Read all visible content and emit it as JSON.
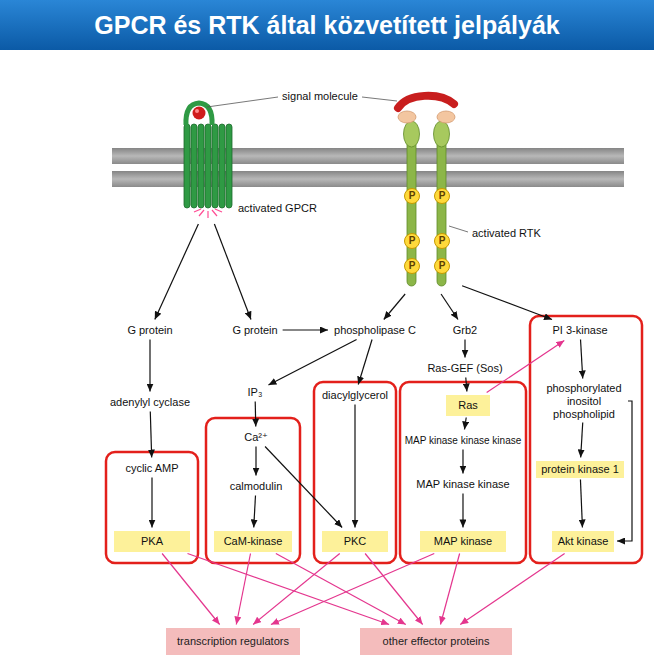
{
  "diagram": {
    "title": "GPCR és RTK által közvetített jelpályák",
    "nodes": [
      {
        "text": [
          "activated GPCR"
        ]
      },
      {
        "text": [
          "activated RTK"
        ]
      },
      {
        "text": [
          "P"
        ],
        "in": 1
      },
      {
        "text": [
          "P"
        ],
        "in": 1
      },
      {
        "text": [
          "P"
        ],
        "in": 1
      },
      {
        "text": [
          "P"
        ],
        "in": 1
      },
      {
        "text": [
          "P"
        ],
        "in": 1
      },
      {
        "text": [
          "P"
        ],
        "in": 1
      },
      {
        "text": [
          "G protein"
        ]
      },
      {
        "text": [
          "G protein"
        ]
      },
      {
        "text": [
          "phospholipase C"
        ]
      },
      {
        "text": [
          "Grb2"
        ]
      },
      {
        "text": [
          "PI 3-kinase"
        ]
      },
      {
        "text": [
          "Ras-GEF (Sos)"
        ]
      },
      {
        "text": [
          "phosphorylated inositol phospholipid"
        ]
      },
      {
        "text": [
          "IP₃"
        ]
      },
      {
        "text": [
          "diacylglycerol"
        ]
      },
      {
        "text": [
          "adenylyl cyclase"
        ]
      },
      {
        "text": [
          "Ras"
        ]
      },
      {
        "text": [
          "MAP kinase kinase kinase"
        ]
      },
      {
        "text": [
          "Ca²⁺"
        ]
      },
      {
        "text": [
          "cyclic AMP"
        ]
      },
      {
        "text": [
          "protein kinase 1"
        ]
      },
      {
        "text": [
          "MAP kinase kinase"
        ]
      },
      {
        "text": [
          "calmodulin"
        ]
      },
      {
        "text": [
          "PKA"
        ]
      },
      {
        "text": [
          "CaM-kinase"
        ]
      },
      {
        "text": [
          "PKC"
        ]
      },
      {
        "text": [
          "MAP kinase"
        ]
      },
      {
        "text": [
          "Akt kinase"
        ]
      },
      {
        "text": [
          "transcription regulators"
        ]
      },
      {
        "text": [
          "other effector proteins"
        ]
      }
    ],
    "edges": [
      {
        "from": 0,
        "to": 8,
        "arrow": "to"
      },
      {
        "from": 0,
        "to": 9,
        "arrow": "to"
      },
      {
        "from": 1,
        "to": 10,
        "arrow": "to"
      },
      {
        "from": 1,
        "to": 11,
        "arrow": "to"
      },
      {
        "from": 1,
        "to": 12,
        "arrow": "to"
      },
      {
        "from": 8,
        "to": 17,
        "arrow": "to"
      },
      {
        "from": 17,
        "to": 21,
        "arrow": "to"
      },
      {
        "from": 21,
        "to": 25,
        "arrow": "to"
      },
      {
        "from": 9,
        "to": 10,
        "arrow": "to"
      },
      {
        "from": 10,
        "to": 15,
        "arrow": "to"
      },
      {
        "from": 10,
        "to": 16,
        "arrow": "to"
      },
      {
        "from": 15,
        "to": 20,
        "arrow": "to"
      },
      {
        "from": 20,
        "to": 24,
        "arrow": "to"
      },
      {
        "from": 24,
        "to": 26,
        "arrow": "to"
      },
      {
        "from": 20,
        "to": 27,
        "arrow": "to"
      },
      {
        "from": 16,
        "to": 27,
        "arrow": "to"
      },
      {
        "from": 11,
        "to": 13,
        "arrow": "to"
      },
      {
        "from": 13,
        "to": 18,
        "arrow": "to"
      },
      {
        "from": 18,
        "to": 19,
        "arrow": "to"
      },
      {
        "from": 19,
        "to": 23,
        "arrow": "to"
      },
      {
        "from": 23,
        "to": 28,
        "arrow": "to"
      },
      {
        "from": 18,
        "to": 12,
        "arrow": "to"
      },
      {
        "from": 12,
        "to": 14,
        "arrow": "to"
      },
      {
        "from": 14,
        "to": 22,
        "arrow": "to"
      },
      {
        "from": 22,
        "to": 29,
        "arrow": "to"
      },
      {
        "from": 14,
        "to": 29,
        "arrow": "to"
      },
      {
        "from": 25,
        "to": 30,
        "arrow": "to"
      },
      {
        "from": 25,
        "to": 31,
        "arrow": "to"
      },
      {
        "from": 26,
        "to": 30,
        "arrow": "to"
      },
      {
        "from": 26,
        "to": 31,
        "arrow": "to"
      },
      {
        "from": 27,
        "to": 30,
        "arrow": "to"
      },
      {
        "from": 27,
        "to": 31,
        "arrow": "to"
      },
      {
        "from": 28,
        "to": 30,
        "arrow": "to"
      },
      {
        "from": 28,
        "to": 31,
        "arrow": "to"
      },
      {
        "from": 29,
        "to": 31,
        "arrow": "to"
      }
    ],
    "labels": [
      "signal molecule"
    ]
  }
}
